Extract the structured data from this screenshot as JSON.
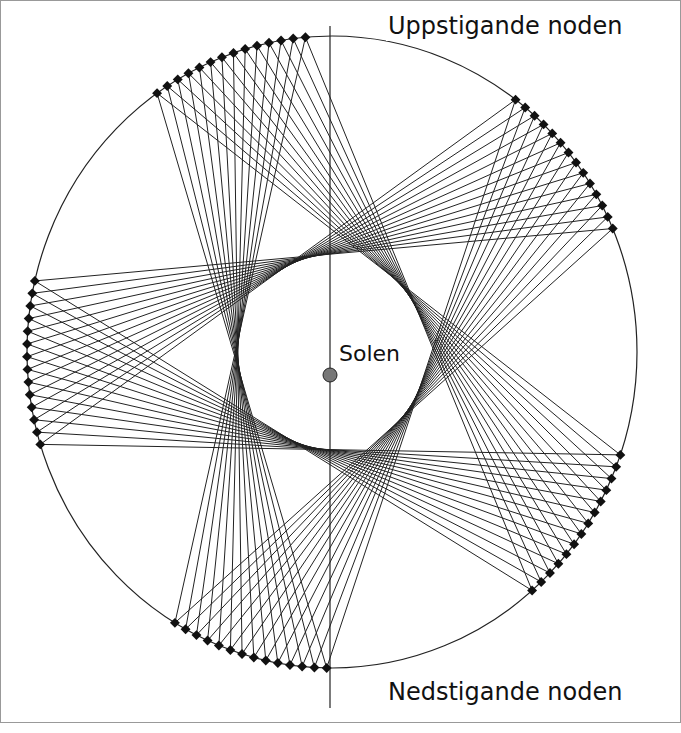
{
  "diagram": {
    "labels": [
      "Uppstigande noden",
      "Solen",
      "Nedstigande noden"
    ]
  }
}
